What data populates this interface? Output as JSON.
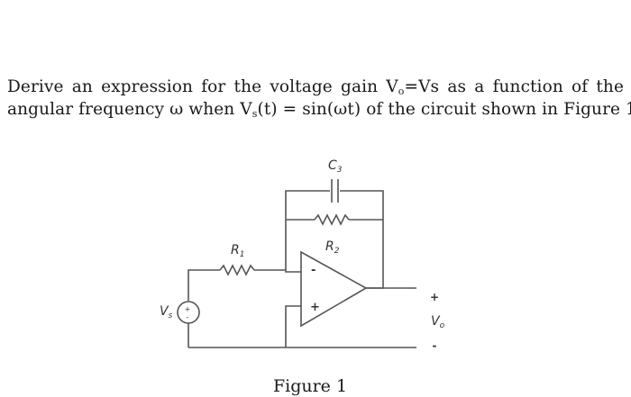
{
  "problem": {
    "line1": {
      "t1": "Derive an expression for the voltage gain V",
      "s1": "o",
      "t2": "=Vs as a function of the"
    },
    "line2": {
      "t1": "angular frequency ω when V",
      "s1": "s",
      "t2": "(t) = sin(ωt) of the circuit shown in Figure 1."
    }
  },
  "circuit": {
    "c3": "C",
    "c3_sub": "3",
    "r1": "R",
    "r1_sub": "1",
    "r2": "R",
    "r2_sub": "2",
    "vs": "V",
    "vs_sub": "s",
    "vo": "V",
    "vo_sub": "o",
    "opamp_minus": "-",
    "opamp_plus": "+",
    "src_plus": "+",
    "src_minus": "-",
    "out_plus": "+",
    "out_minus": "-"
  },
  "figure": {
    "caption": "Figure 1"
  }
}
